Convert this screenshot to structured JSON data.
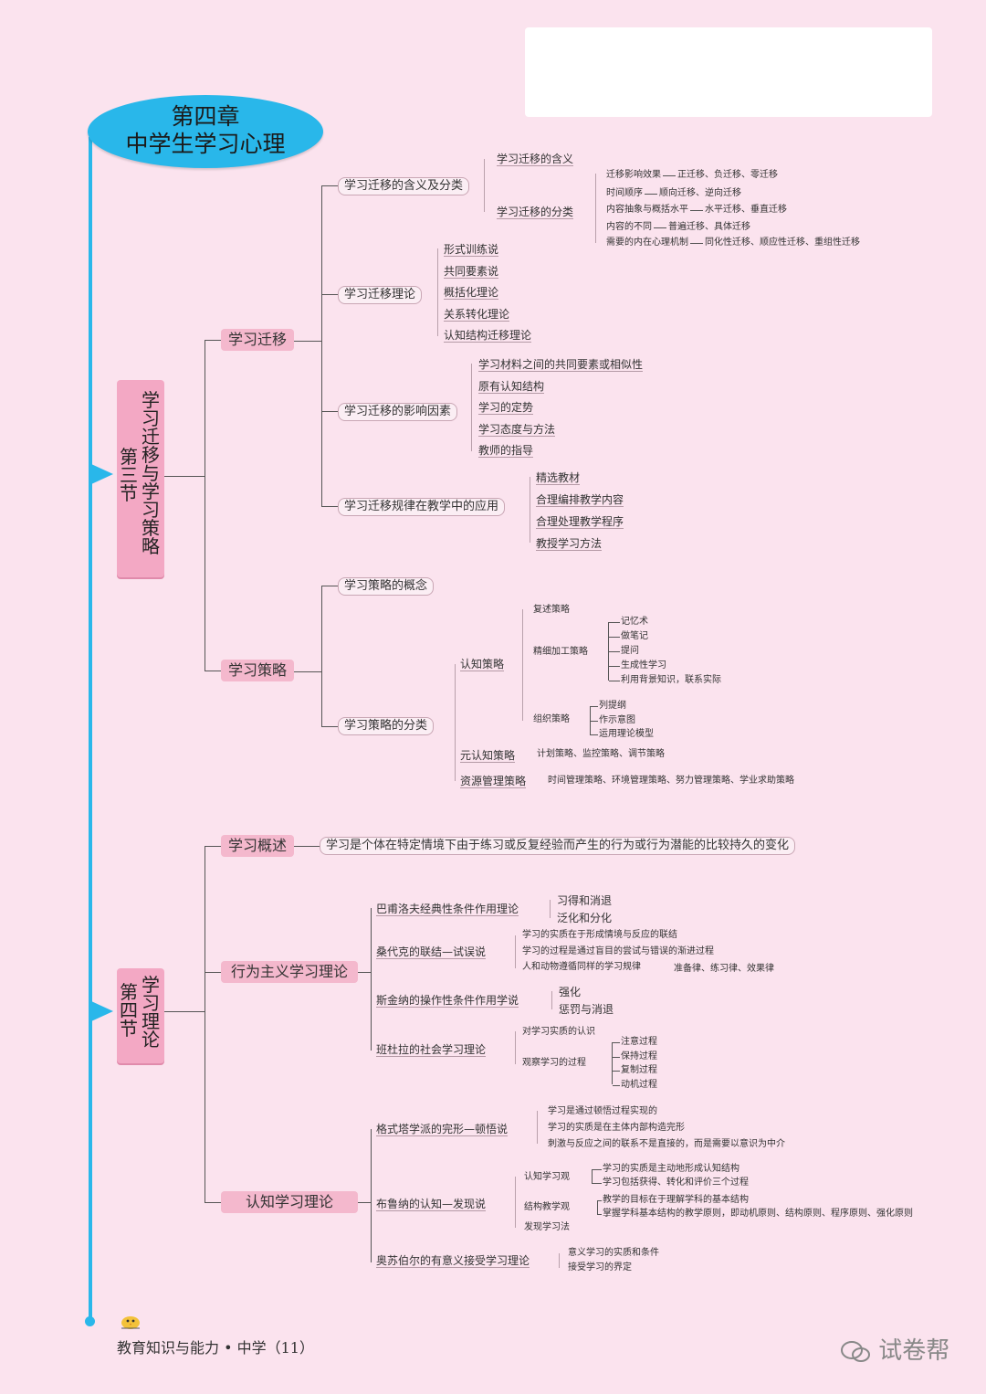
{
  "chapter": {
    "line1": "第四章",
    "line2": "中学生学习心理"
  },
  "sec3": {
    "num": "第三节",
    "name": "学习迁移与学习策略"
  },
  "sec4": {
    "num": "第四节",
    "name": "学习理论"
  },
  "topics": {
    "transfer": "学习迁移",
    "strategy": "学习策略",
    "overview": "学习概述",
    "behavior": "行为主义学习理论",
    "cognitive": "认知学习理论"
  },
  "transfer": {
    "b1": "学习迁移的含义及分类",
    "b1_meaning": "学习迁移的含义",
    "b1_class": "学习迁移的分类",
    "cls": [
      {
        "k": "迁移影响效果",
        "v": "正迁移、负迁移、零迁移"
      },
      {
        "k": "时间顺序",
        "v": "顺向迁移、逆向迁移"
      },
      {
        "k": "内容抽象与概括水平",
        "v": "水平迁移、垂直迁移"
      },
      {
        "k": "内容的不同",
        "v": "普遍迁移、具体迁移"
      },
      {
        "k": "需要的内在心理机制",
        "v": "同化性迁移、顺应性迁移、重组性迁移"
      }
    ],
    "b2": "学习迁移理论",
    "b2_items": [
      "形式训练说",
      "共同要素说",
      "概括化理论",
      "关系转化理论",
      "认知结构迁移理论"
    ],
    "b3": "学习迁移的影响因素",
    "b3_items": [
      "学习材料之间的共同要素或相似性",
      "原有认知结构",
      "学习的定势",
      "学习态度与方法",
      "教师的指导"
    ],
    "b4": "学习迁移规律在教学中的应用",
    "b4_items": [
      "精选教材",
      "合理编排教学内容",
      "合理处理教学程序",
      "教授学习方法"
    ]
  },
  "strategy": {
    "b1": "学习策略的概念",
    "b2": "学习策略的分类",
    "cog": "认知策略",
    "rehearsal": "复述策略",
    "elab": "精细加工策略",
    "elab_items": [
      "记忆术",
      "做笔记",
      "提问",
      "生成性学习",
      "利用背景知识，联系实际"
    ],
    "org": "组织策略",
    "org_items": [
      "列提纲",
      "作示意图",
      "运用理论模型"
    ],
    "meta": "元认知策略",
    "meta_v": "计划策略、监控策略、调节策略",
    "res": "资源管理策略",
    "res_v": "时间管理策略、环境管理策略、努力管理策略、学业求助策略"
  },
  "overview": {
    "def": "学习是个体在特定情境下由于练习或反复经验而产生的行为或行为潜能的比较持久的变化"
  },
  "behavior": {
    "pavlov": "巴甫洛夫经典性条件作用理论",
    "pavlov_items": [
      "习得和消退",
      "泛化和分化"
    ],
    "thorndike": "桑代克的联结—试误说",
    "thorndike_items": [
      "学习的实质在于形成情境与反应的联结",
      "学习的过程是通过盲目的尝试与错误的渐进过程",
      "人和动物遵循同样的学习规律"
    ],
    "thorndike_laws": "准备律、练习律、效果律",
    "skinner": "斯金纳的操作性条件作用学说",
    "skinner_items": [
      "强化",
      "惩罚与消退"
    ],
    "bandura": "班杜拉的社会学习理论",
    "bandura_nature": "对学习实质的认识",
    "bandura_obs": "观察学习的过程",
    "bandura_steps": [
      "注意过程",
      "保持过程",
      "复制过程",
      "动机过程"
    ]
  },
  "cognitive": {
    "gestalt": "格式塔学派的完形—顿悟说",
    "gestalt_items": [
      "学习是通过顿悟过程实现的",
      "学习的实质是在主体内部构造完形",
      "刺激与反应之间的联系不是直接的，而是需要以意识为中介"
    ],
    "bruner": "布鲁纳的认知—发现说",
    "bruner_view": "认知学习观",
    "bruner_view_items": [
      "学习的实质是主动地形成认知结构",
      "学习包括获得、转化和评价三个过程"
    ],
    "bruner_struct": "结构教学观",
    "bruner_struct_items": [
      "教学的目标在于理解学科的基本结构",
      "掌握学科基本结构的教学原则，即动机原则、结构原则、程序原则、强化原则"
    ],
    "bruner_disc": "发现学习法",
    "ausubel": "奥苏伯尔的有意义接受学习理论",
    "ausubel_items": [
      "意义学习的实质和条件",
      "接受学习的界定"
    ]
  },
  "footer": "教育知识与能力 • 中学（11）",
  "watermark": "试卷帮",
  "colors": {
    "spine": "#29b7ea",
    "section": "#f3a8c4",
    "topic": "#f4b8cd",
    "background": "#fbe3ee"
  }
}
